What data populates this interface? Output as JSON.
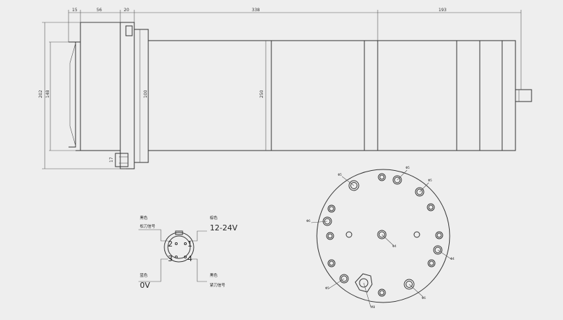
{
  "dimensions": {
    "top": [
      "15",
      "56",
      "20",
      "338",
      "193"
    ],
    "heights": [
      "202",
      "148",
      "100",
      "250"
    ],
    "flange_small": "17"
  },
  "connector": {
    "pins": [
      "2",
      "1",
      "3",
      "4"
    ],
    "labels": [
      {
        "color": "黑色",
        "text": "松刀信号"
      },
      {
        "color": "棕色",
        "text": "12-24V"
      },
      {
        "color": "蓝色",
        "text": "0V"
      },
      {
        "color": "黑色",
        "text": "紧刀信号"
      }
    ]
  },
  "face_holes": {
    "labels": [
      "Φ5",
      "Φ5",
      "Φ5",
      "Φ6",
      "Φ4",
      "Φ4",
      "Φ5",
      "Φ6",
      "M8",
      "Φ6"
    ]
  }
}
